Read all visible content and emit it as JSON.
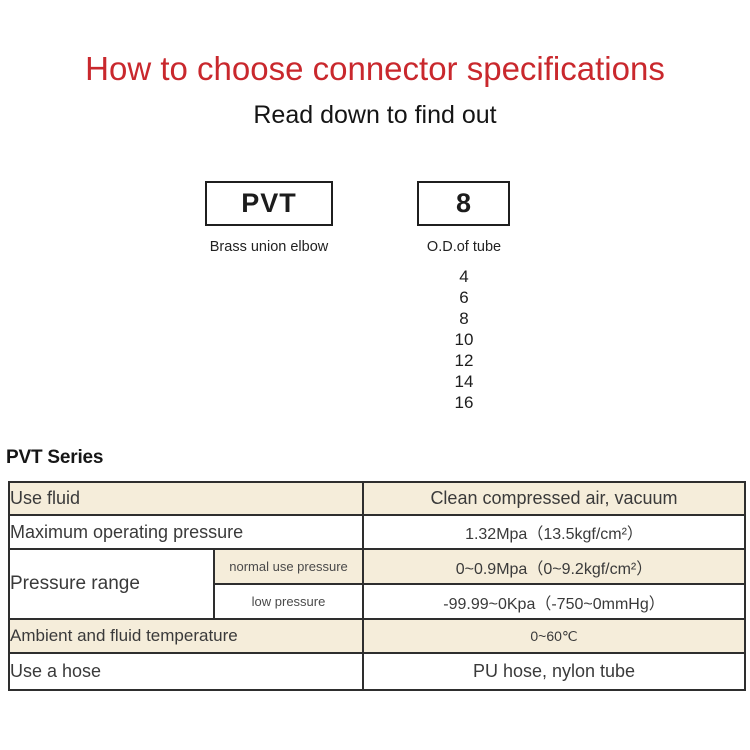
{
  "header": {
    "title": "How to choose connector specifications",
    "subtitle": "Read down to find out",
    "title_color": "#c9282d"
  },
  "diagram": {
    "model_box": {
      "code": "PVT",
      "label": "Brass union elbow"
    },
    "size_box": {
      "code": "8",
      "label": "O.D.of tube"
    },
    "size_options": [
      "4",
      "6",
      "8",
      "10",
      "12",
      "14",
      "16"
    ]
  },
  "series": {
    "heading": "PVT Series",
    "colors": {
      "row_highlight": "#f5edda",
      "border": "#2e2e2e"
    },
    "table": {
      "rows": [
        {
          "label": "Use fluid",
          "value": "Clean compressed air, vacuum"
        },
        {
          "label": "Maximum operating pressure",
          "value": "1.32Mpa（13.5kgf/cm²）"
        },
        {
          "label": "Pressure range",
          "sub": "normal use pressure",
          "value": "0~0.9Mpa（0~9.2kgf/cm²）"
        },
        {
          "sub": "low pressure",
          "value": "-99.99~0Kpa（-750~0mmHg）"
        },
        {
          "label": "Ambient and fluid temperature",
          "value": "0~60℃"
        },
        {
          "label": "Use a hose",
          "value": "PU hose, nylon tube"
        }
      ]
    }
  }
}
